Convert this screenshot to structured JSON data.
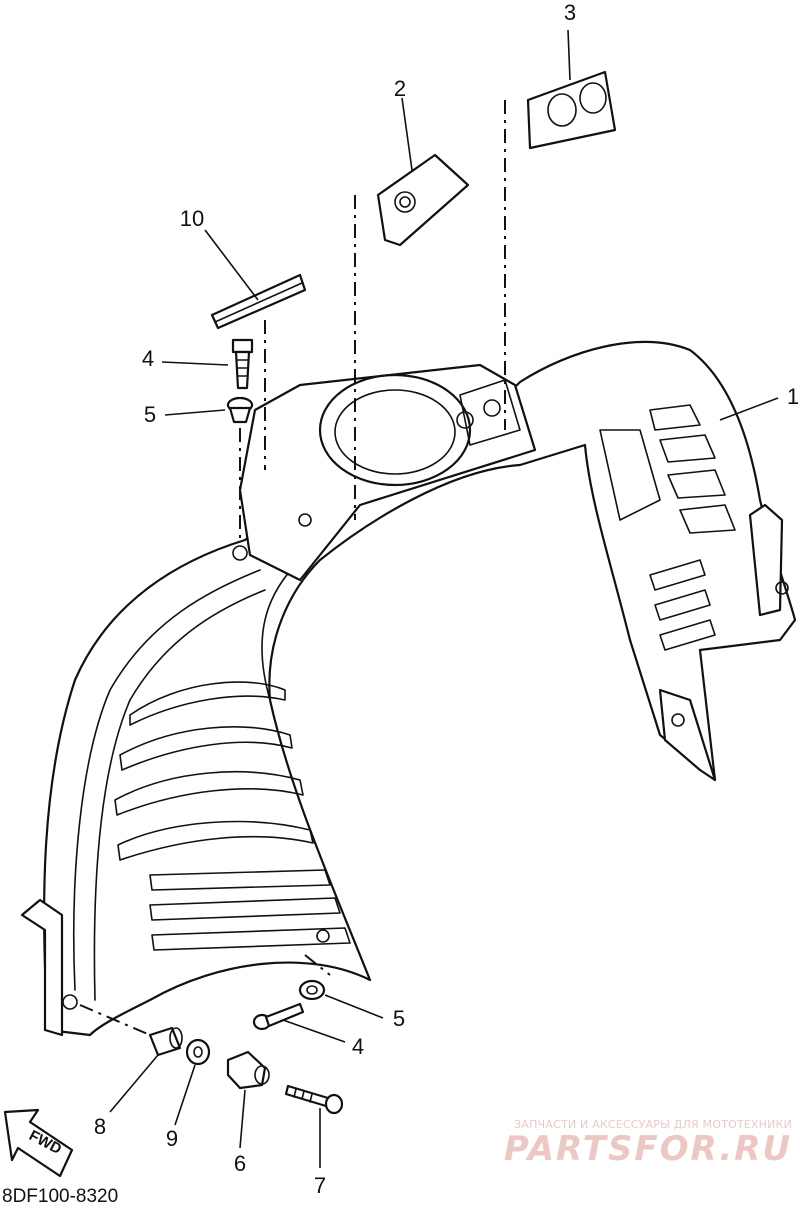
{
  "diagram": {
    "code": "8DF100-8320",
    "fwd_label": "FWD",
    "callouts": [
      "1",
      "2",
      "3",
      "4",
      "5",
      "10",
      "5",
      "4",
      "8",
      "9",
      "6",
      "7"
    ]
  },
  "watermark": {
    "subtitle": "ЗАПЧАСТИ И АКСЕССУАРЫ ДЛЯ МОТОТЕХНИКИ",
    "brand": "PARTSFOR.RU"
  }
}
